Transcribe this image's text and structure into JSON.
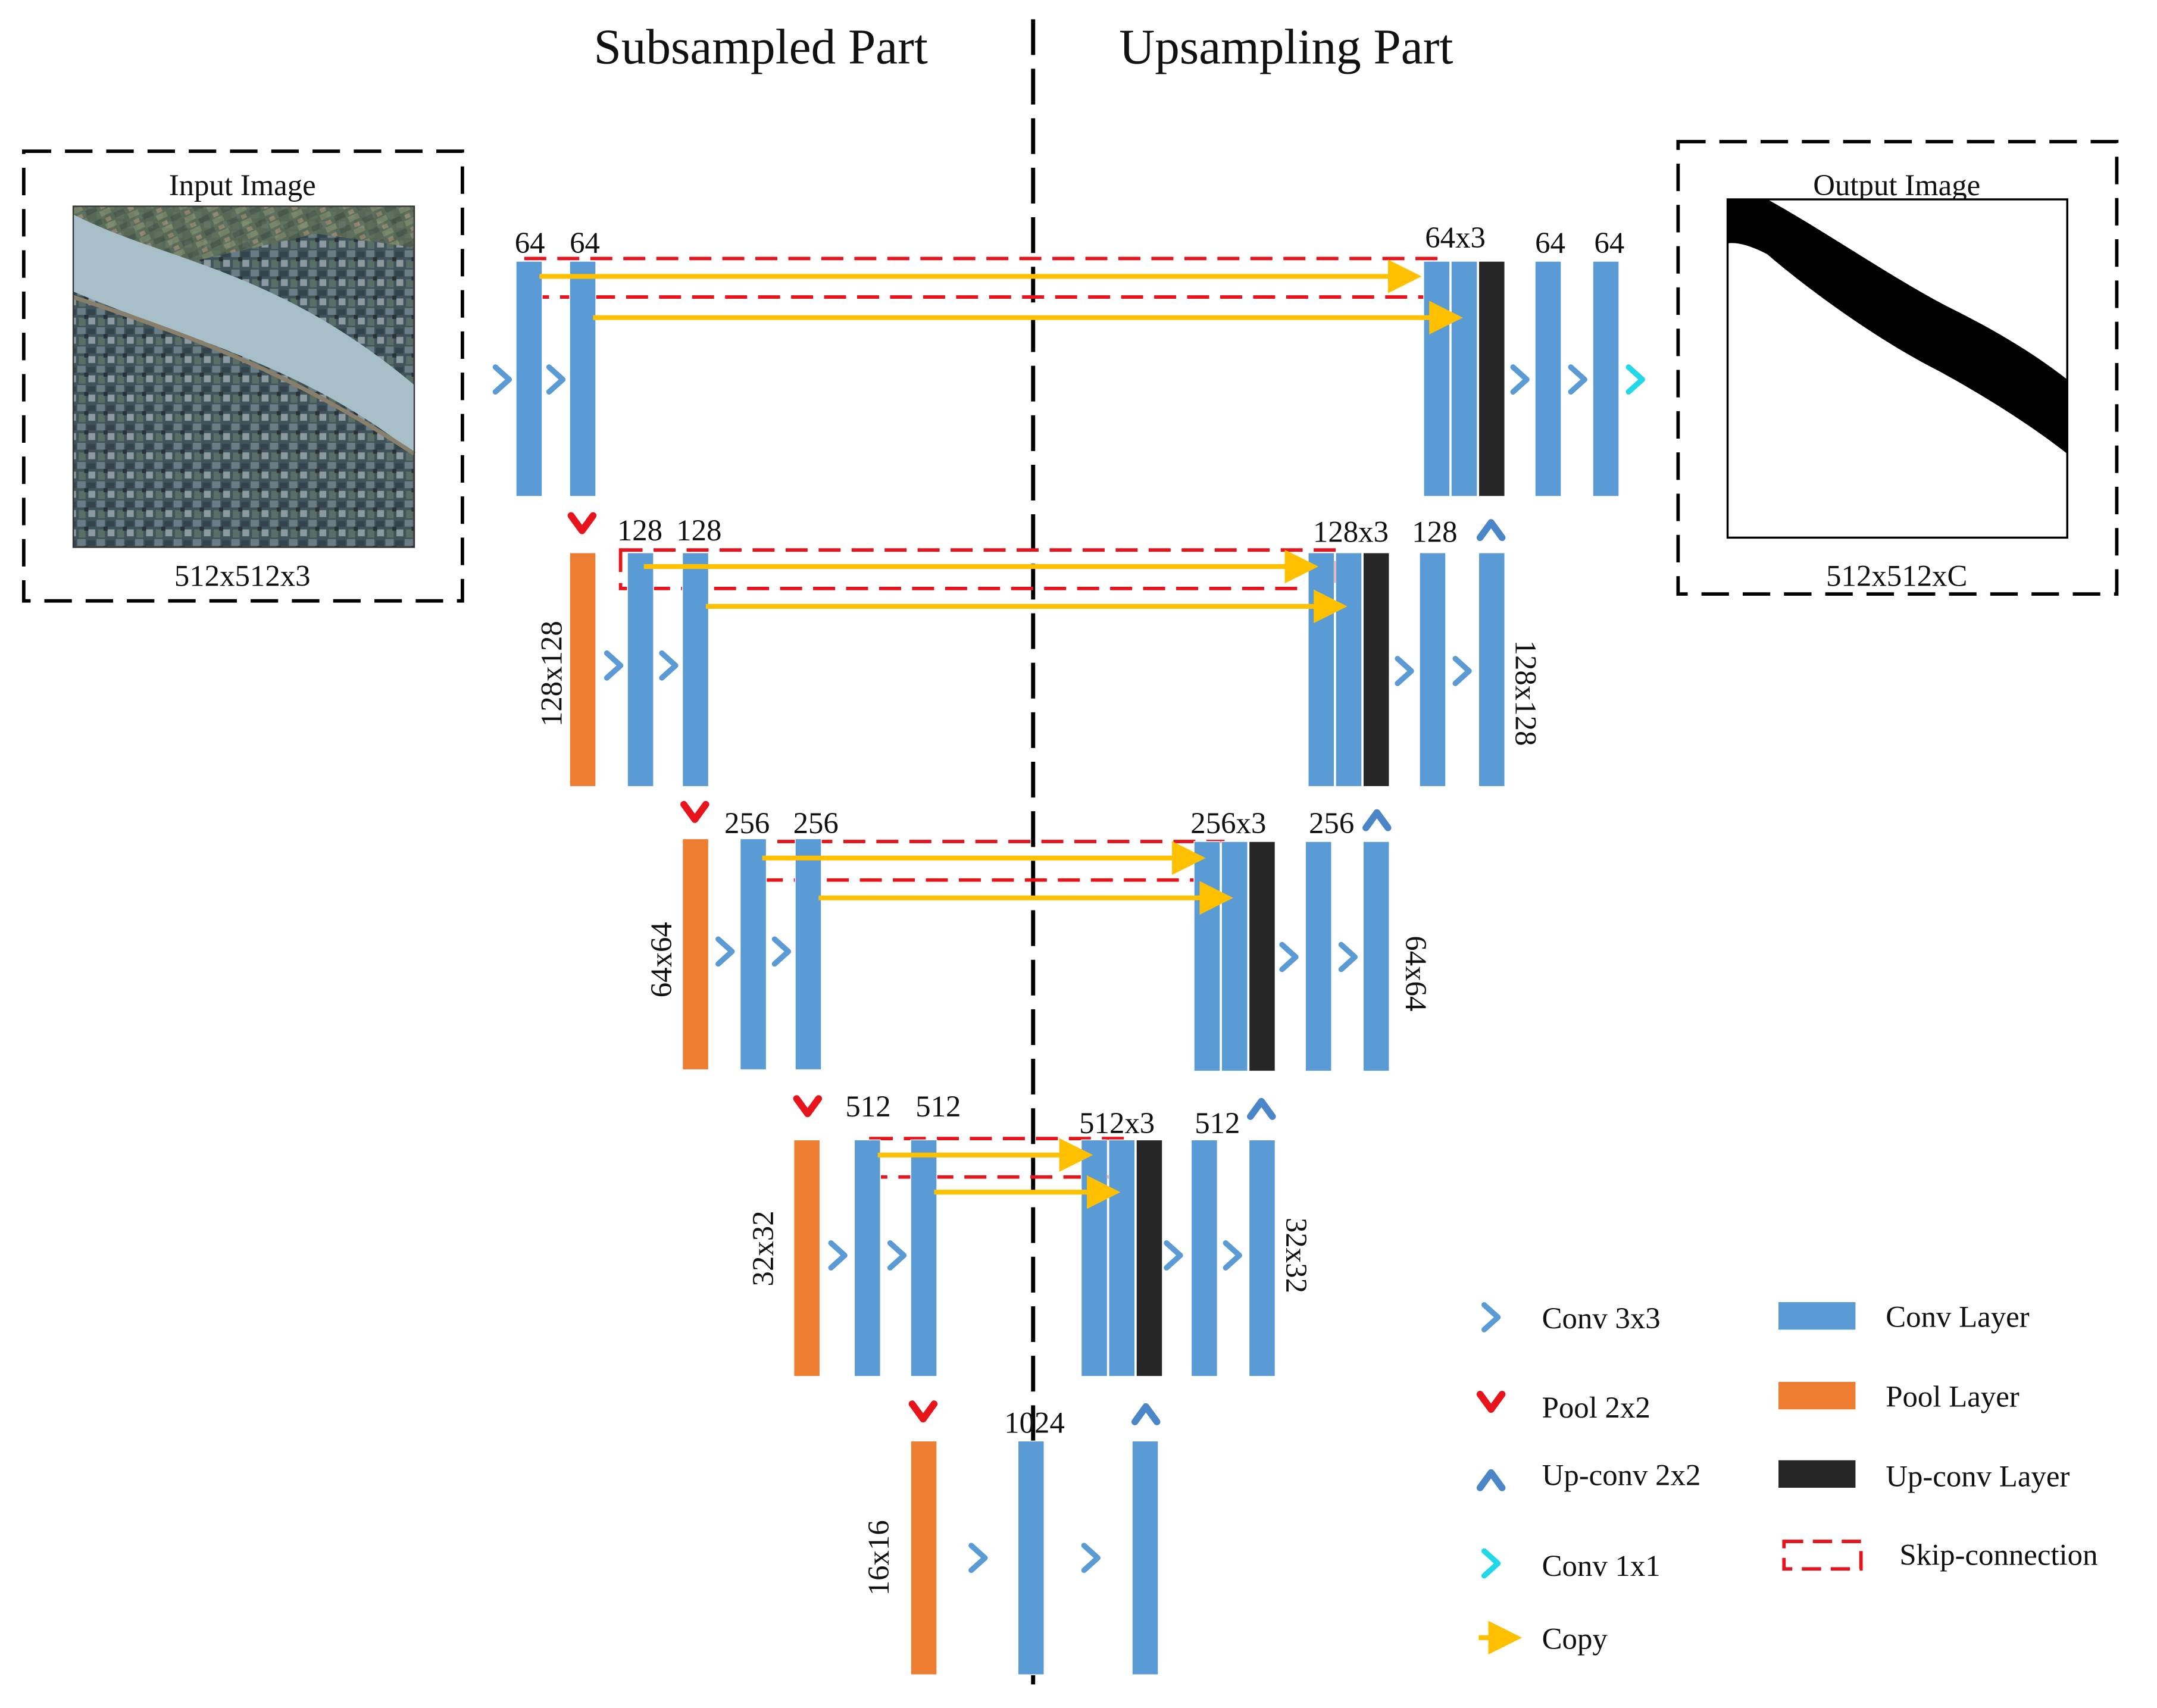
{
  "headings": {
    "left": "Subsampled Part",
    "right": "Upsampling Part"
  },
  "input_box": {
    "title": "Input Image",
    "caption": "512x512x3"
  },
  "output_box": {
    "title": "Output Image",
    "caption": "512x512xC"
  },
  "encoder": {
    "level1": {
      "ch_a": "64",
      "ch_b": "64"
    },
    "level2": {
      "size": "128x128",
      "ch_a": "128",
      "ch_b": "128"
    },
    "level3": {
      "size": "64x64",
      "ch_a": "256",
      "ch_b": "256"
    },
    "level4": {
      "size": "32x32",
      "ch_a": "512",
      "ch_b": "512"
    },
    "bottleneck": {
      "size": "16x16",
      "ch": "1024"
    }
  },
  "decoder": {
    "level1": {
      "concat": "64x3",
      "ch_a": "64",
      "ch_b": "64"
    },
    "level2": {
      "concat": "128x3",
      "ch": "128",
      "size": "128x128"
    },
    "level3": {
      "concat": "256x3",
      "ch": "256",
      "size": "64x64"
    },
    "level4": {
      "concat": "512x3",
      "ch": "512",
      "size": "32x32"
    }
  },
  "legend": {
    "conv3x3": "Conv 3x3",
    "pool2x2": "Pool 2x2",
    "upconv2x2": "Up-conv 2x2",
    "conv1x1": "Conv 1x1",
    "copy": "Copy",
    "conv_layer": "Conv Layer",
    "pool_layer": "Pool Layer",
    "upconv_layer": "Up-conv Layer",
    "skip": "Skip-connection"
  },
  "colors": {
    "conv_layer": "#5b9bd5",
    "pool_layer": "#ed7d31",
    "upconv_layer": "#262626",
    "copy_arrow": "#ffc000",
    "skip_connection": "#e8141c",
    "pool_marker": "#e8141c",
    "conv3x3_marker": "#5b9bd5",
    "upconv_marker": "#4a86c8",
    "conv1x1_marker": "#22d8e8"
  },
  "icons": {
    "conv3x3": "chevron-right-icon",
    "pool2x2": "chevron-down-icon",
    "upconv2x2": "chevron-up-icon",
    "conv1x1": "chevron-right-icon",
    "copy": "arrow-right-icon"
  }
}
